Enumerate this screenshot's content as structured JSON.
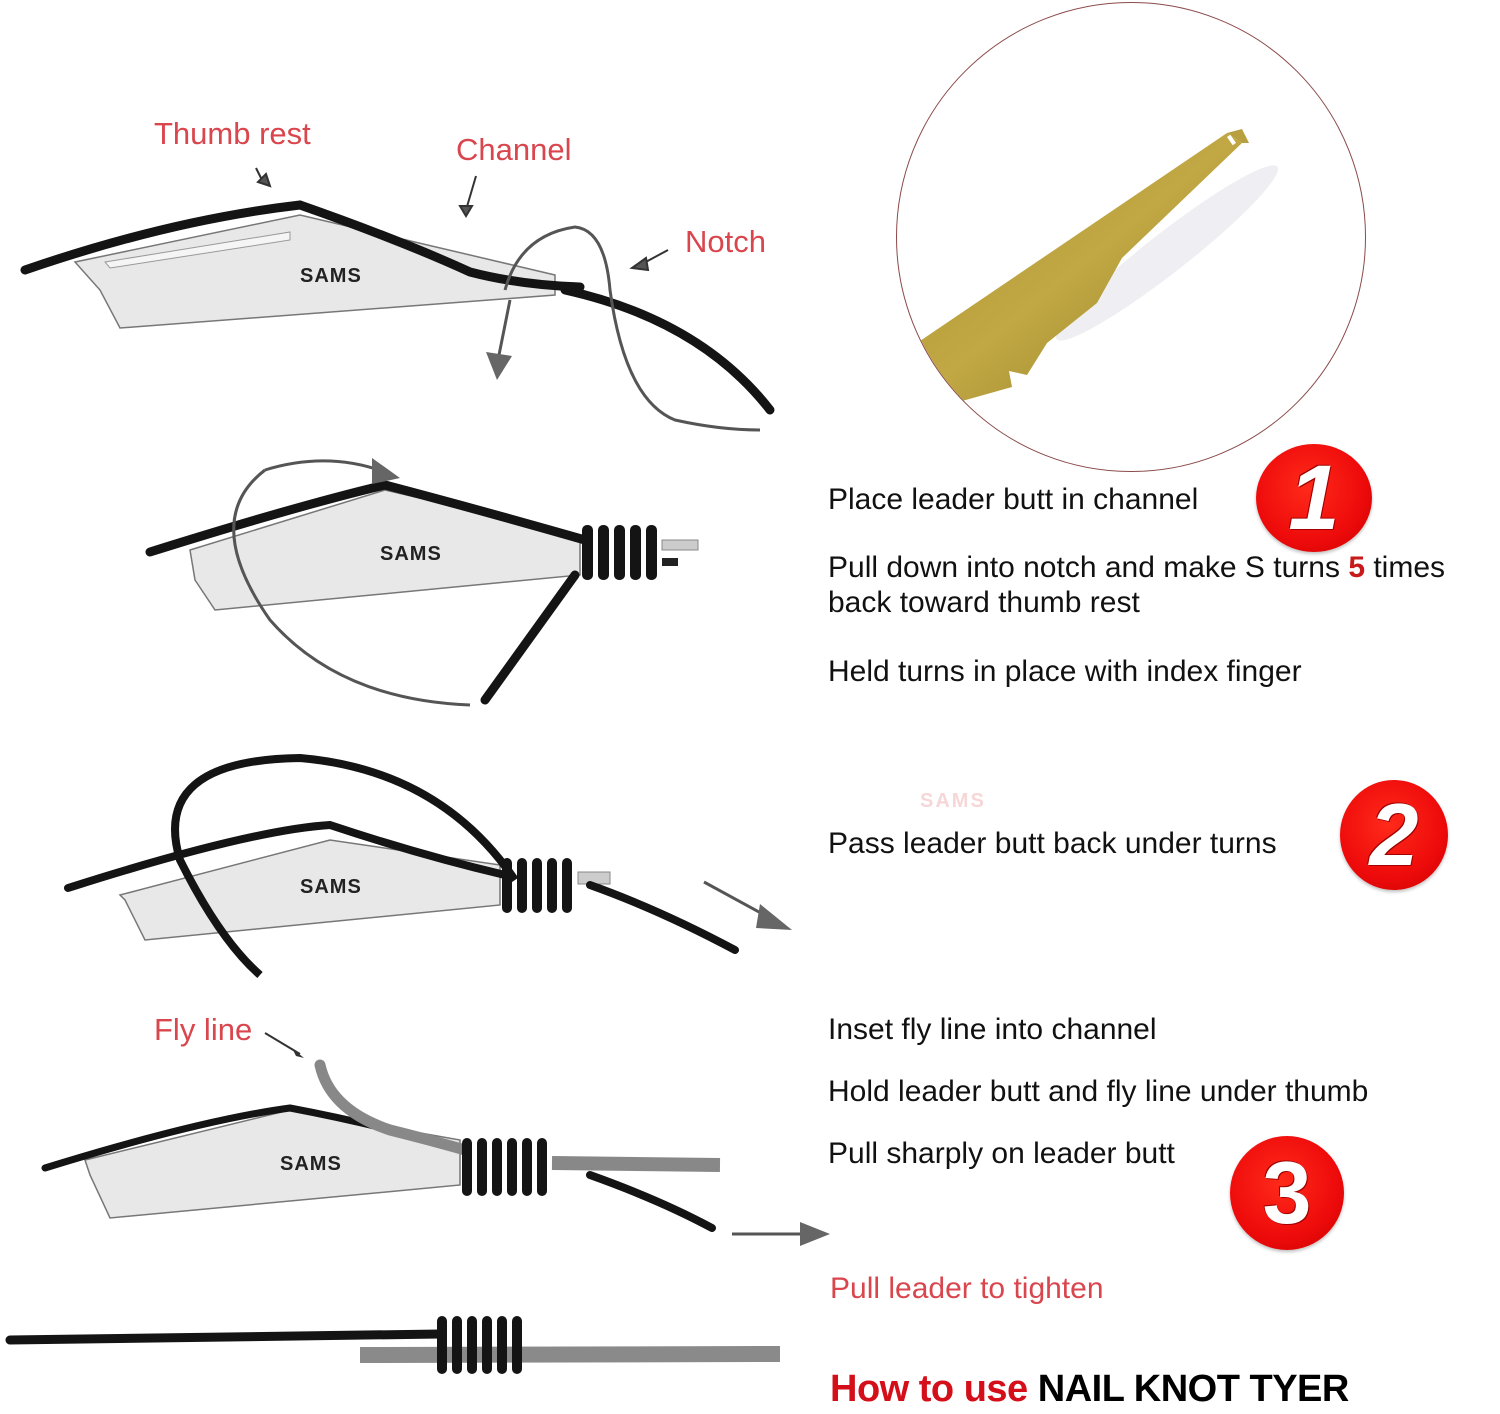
{
  "diagram": {
    "title": {
      "prefix": "How to use",
      "product": "NAIL KNOT TYER"
    },
    "part_labels": {
      "thumb_rest": "Thumb rest",
      "channel": "Channel",
      "notch": "Notch",
      "fly_line": "Fly line"
    },
    "brand_mark": "SAMS",
    "steps": [
      {
        "number": "1",
        "instructions": [
          "Place leader butt in channel",
          {
            "before": "Pull down into notch and make S turns ",
            "highlight": "5",
            "after": " times",
            "line2": "back toward thumb rest"
          },
          "Held turns in place with index finger"
        ]
      },
      {
        "number": "2",
        "instructions": [
          "Pass leader butt back under turns"
        ]
      },
      {
        "number": "3",
        "instructions": [
          "Inset fly line into channel",
          "Hold leader butt and fly line under thumb",
          "Pull sharply on leader butt"
        ]
      }
    ],
    "final_note": "Pull leader to tighten",
    "colors": {
      "label_red": "#d9464d",
      "badge_red": "#ee0b0b",
      "title_red": "#d40f1a",
      "highlight_red": "#c81a1a",
      "tool_brass": "#b39a3a",
      "leader_black": "#1a1a1a",
      "fly_line_gray": "#8a8a8a"
    }
  }
}
